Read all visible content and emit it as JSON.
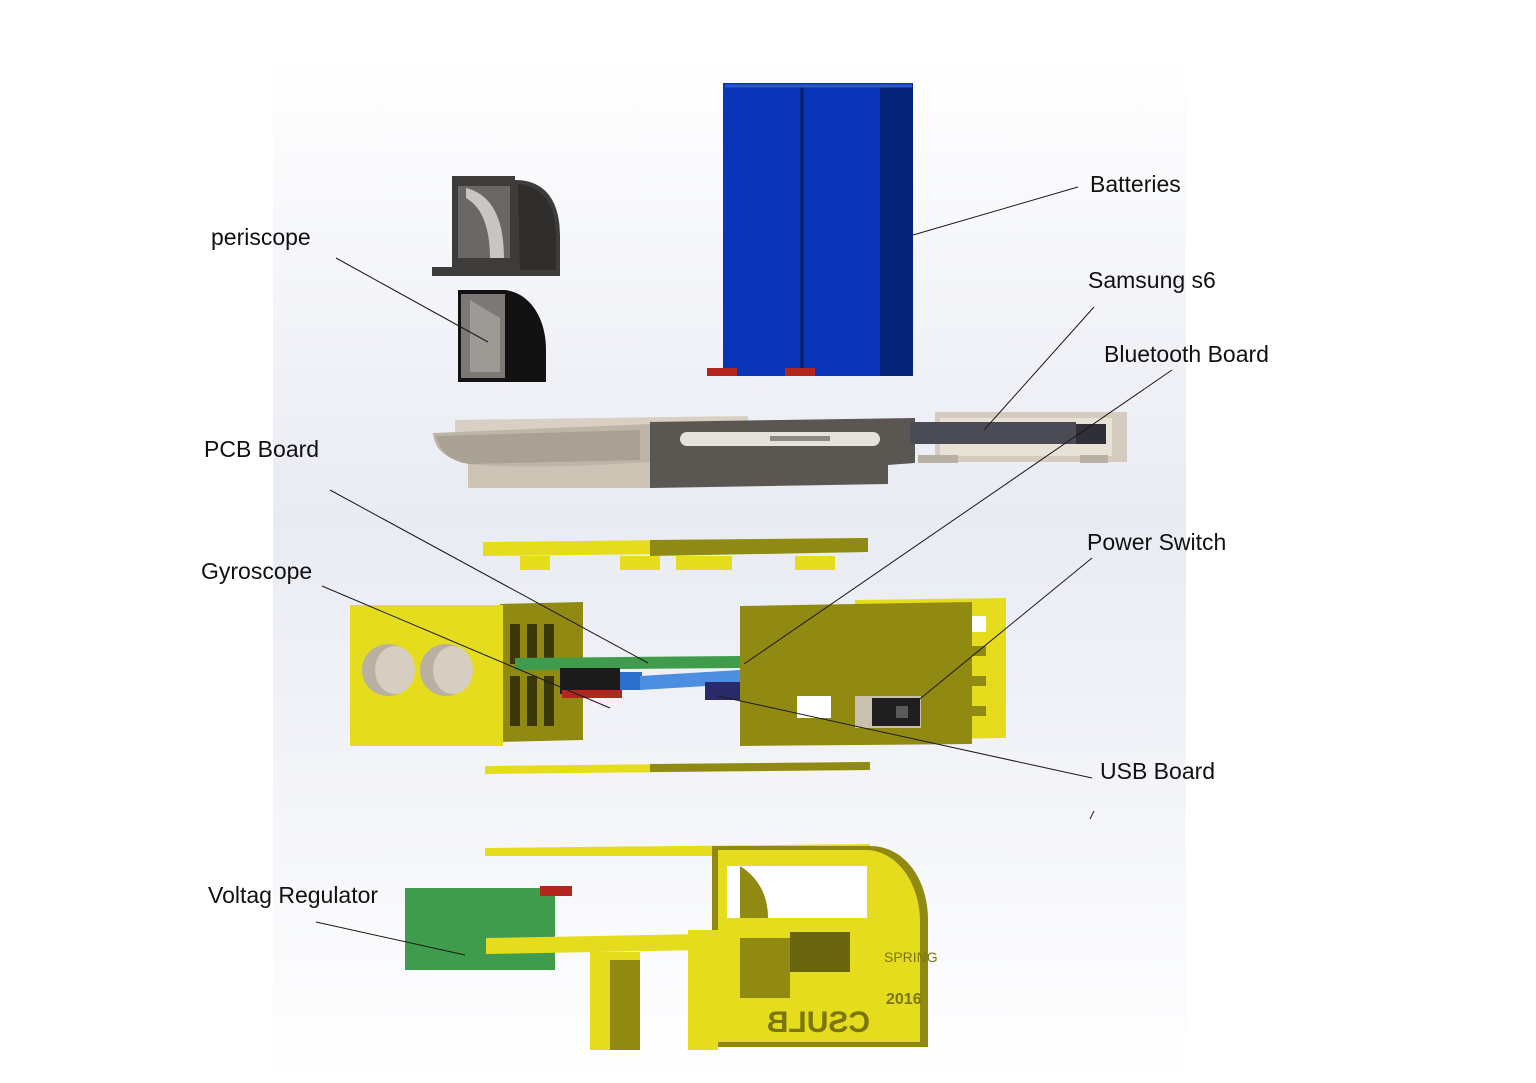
{
  "labels": {
    "batteries": "Batteries",
    "periscope": "periscope",
    "samsung": "Samsung s6",
    "bluetooth": "Bluetooth Board",
    "pcb": "PCB Board",
    "power_switch": "Power Switch",
    "gyroscope": "Gyroscope",
    "usb": "USB Board",
    "voltage_regulator": "Voltag Regulator"
  },
  "engraving": {
    "spring": "SPRING",
    "year": "2016",
    "school": "CSULB"
  },
  "colors": {
    "battery_blue": "#0a35b8",
    "battery_dark": "#06237a",
    "yellow_part": "#e6dc1e",
    "yellow_shade": "#8e8a14",
    "olive_part": "#908a12",
    "gray_part": "#5a5652",
    "tan_part": "#cfc6b8",
    "green_board": "#3f9c4c",
    "leader_line": "#1a1a1a"
  }
}
